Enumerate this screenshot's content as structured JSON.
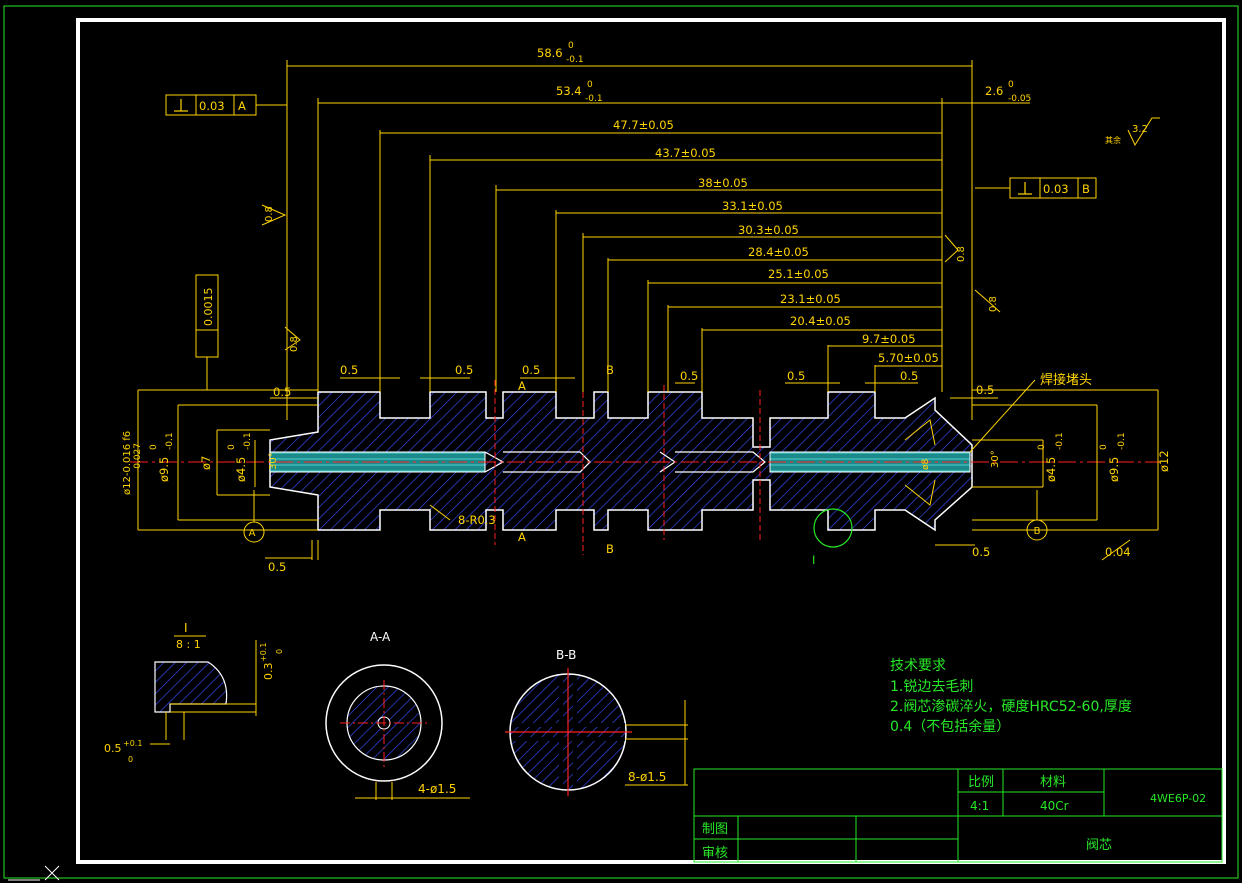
{
  "colors": {
    "background": "#000000",
    "dimension": "#ffd400",
    "outline": "#ffffff",
    "hatch": "#3a4cff",
    "center": "#ff2020",
    "notes": "#27e827",
    "frame": "#27e827"
  },
  "dimensions": {
    "total_len": "58.6",
    "total_len_tol_up": "0",
    "total_len_tol_lo": "-0.1",
    "len_534": "53.4",
    "len_534_tol_up": "0",
    "len_534_tol_lo": "-0.1",
    "len_26": "2.6",
    "len_26_tol_up": "0",
    "len_26_tol_lo": "-0.05",
    "d477": "47.7±0.05",
    "d437": "43.7±0.05",
    "d38": "38±0.05",
    "d331": "33.1±0.05",
    "d303": "30.3±0.05",
    "d284": "28.4±0.05",
    "d251": "25.1±0.05",
    "d231": "23.1±0.05",
    "d204": "20.4±0.05",
    "d97": "9.7±0.05",
    "d570": "5.70±0.05",
    "g05": "0.5",
    "dia12f6": "ø12-0.016 f6",
    "dia12f6_lo": "-0.027",
    "dia95": "ø9.5",
    "dia95_tol_up": "0",
    "dia95_tol_lo": "-0.1",
    "dia7": "ø7",
    "dia45": "ø4.5",
    "dia45_tol_up": "0",
    "dia45_tol_lo": "-0.1",
    "dia12": "ø12",
    "angle30": "30°",
    "r03": "8-R0.3",
    "roughness08": "0.8",
    "roughness32": "3.2",
    "roughness_rest": "其余",
    "cyl": "0.0015",
    "perp03": "0.03",
    "datumA": "A",
    "datumB": "B",
    "runout": "0.04",
    "weld": "焊接堵头",
    "sectionA": "A",
    "sectionB": "B",
    "detailI": "I",
    "dia8": "ø8"
  },
  "detail": {
    "title": "I",
    "scale": "8 : 1",
    "depth": "0.3",
    "depth_tol_up": "+0.1",
    "depth_tol_lo": "0",
    "width": "0.5",
    "width_tol_up": "+0.1",
    "width_tol_lo": "0"
  },
  "sections": {
    "aa_title": "A-A",
    "aa_holes": "4-ø1.5",
    "bb_title": "B-B",
    "bb_holes": "8-ø1.5"
  },
  "notes": {
    "title": "技术要求",
    "line1": "1.锐边去毛刺",
    "line2": "2.阀芯渗碳淬火，硬度HRC52-60,厚度",
    "line3": "0.4（不包括余量）"
  },
  "title_block": {
    "scale_label": "比例",
    "material_label": "材料",
    "drawing_no": "4WE6P-02",
    "scale_value": "4:1",
    "material_value": "40Cr",
    "drawn_label": "制图",
    "checked_label": "审核",
    "part_name": "阀芯"
  }
}
